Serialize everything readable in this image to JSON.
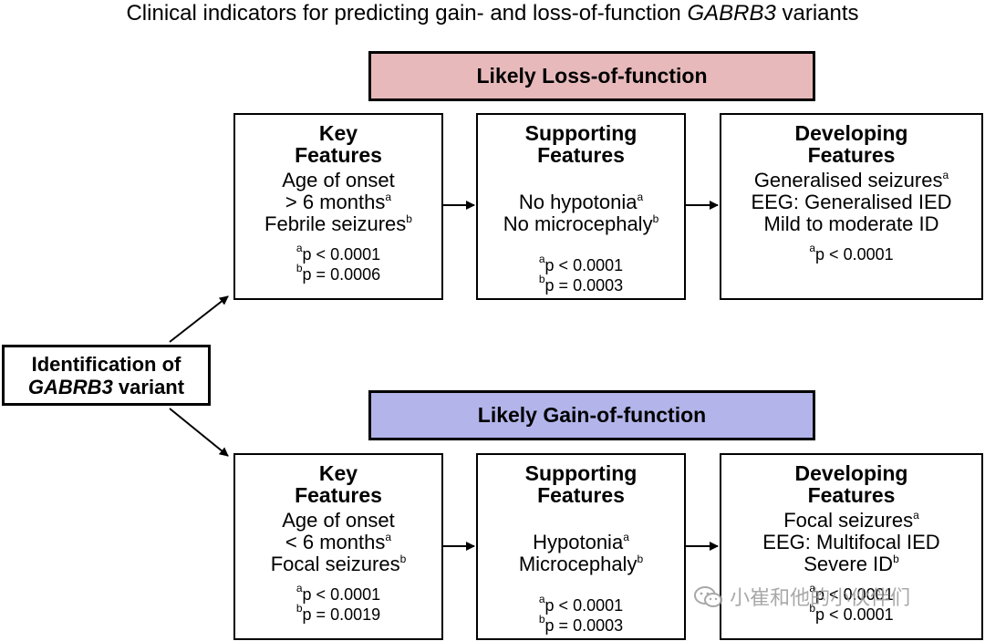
{
  "title": {
    "prefix": "Clinical indicators for predicting gain- and loss-of-function ",
    "gene": "GABRB3",
    "suffix": " variants"
  },
  "identification": {
    "line1": "Identification of",
    "gene": "GABRB3",
    "line2_suffix": " variant"
  },
  "colors": {
    "loss_banner": "#e7b9bb",
    "gain_banner": "#b3b4ea"
  },
  "loss": {
    "banner": "Likely Loss-of-function",
    "key": {
      "head1": "Key",
      "head2": "Features",
      "l1": "Age of onset",
      "l2": "> 6 months",
      "l2_sup": "a",
      "l3": "Febrile seizures",
      "l3_sup": "b",
      "s1_sup": "a",
      "s1": "p < 0.0001",
      "s2_sup": "b",
      "s2": "p = 0.0006"
    },
    "supporting": {
      "head1": "Supporting",
      "head2": "Features",
      "l1": "No hypotonia",
      "l1_sup": "a",
      "l2": "No microcephaly",
      "l2_sup": "b",
      "s1_sup": "a",
      "s1": "p < 0.0001",
      "s2_sup": "b",
      "s2": "p = 0.0003"
    },
    "developing": {
      "head1": "Developing",
      "head2": "Features",
      "l1": "Generalised seizures",
      "l1_sup": "a",
      "l2": "EEG: Generalised IED",
      "l3": "Mild to moderate ID",
      "s1_sup": "a",
      "s1": "p < 0.0001"
    }
  },
  "gain": {
    "banner": "Likely Gain-of-function",
    "key": {
      "head1": "Key",
      "head2": "Features",
      "l1": "Age of onset",
      "l2": "< 6 months",
      "l2_sup": "a",
      "l3": "Focal seizures",
      "l3_sup": "b",
      "s1_sup": "a",
      "s1": "p < 0.0001",
      "s2_sup": "b",
      "s2": "p = 0.0019"
    },
    "supporting": {
      "head1": "Supporting",
      "head2": "Features",
      "l1": "Hypotonia",
      "l1_sup": "a",
      "l2": "Microcephaly",
      "l2_sup": "b",
      "s1_sup": "a",
      "s1": "p < 0.0001",
      "s2_sup": "b",
      "s2": "p = 0.0003"
    },
    "developing": {
      "head1": "Developing",
      "head2": "Features",
      "l1": "Focal seizures",
      "l1_sup": "a",
      "l2": "EEG: Multifocal IED",
      "l3": "Severe ID",
      "l3_sup": "b",
      "s1_sup": "a",
      "s1": "p < 0.0001",
      "s2_sup": "b",
      "s2": "p < 0.0001"
    }
  },
  "watermark": "小崔和他的小伙伴们",
  "icons": {
    "watermark_icon": "wechat-icon"
  }
}
